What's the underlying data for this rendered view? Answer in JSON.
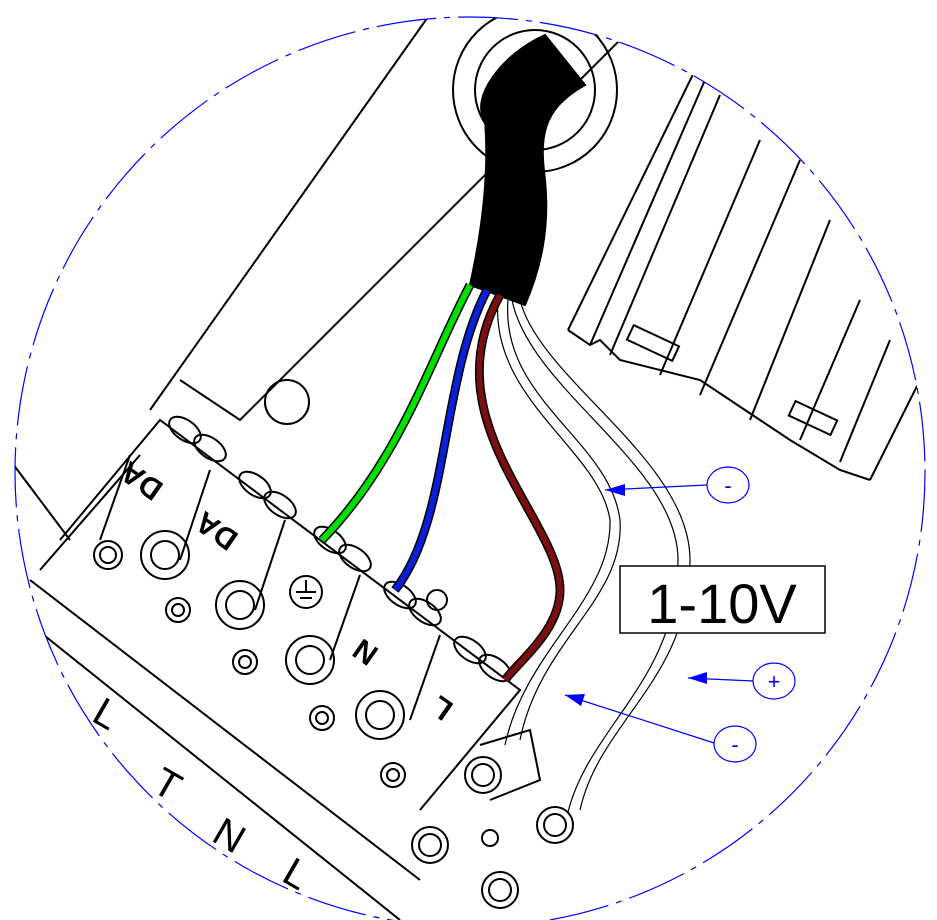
{
  "diagram": {
    "main_label": "1-10V",
    "terminal_labels": {
      "da1": "DA",
      "da2": "DA",
      "neutral": "N",
      "live": "L"
    },
    "callouts": [
      {
        "id": "minus-top",
        "text": "-"
      },
      {
        "id": "plus",
        "text": "+"
      },
      {
        "id": "minus-bottom",
        "text": "-"
      }
    ],
    "rear_letters": [
      "L",
      "T",
      "N",
      "L"
    ],
    "colors": {
      "annotation": "#0000ff",
      "earth_wire": "#00e000",
      "neutral_wire": "#0a1fd6",
      "live_wire": "#7a0f0f",
      "sheath": "#000000",
      "outline": "#000000"
    }
  }
}
